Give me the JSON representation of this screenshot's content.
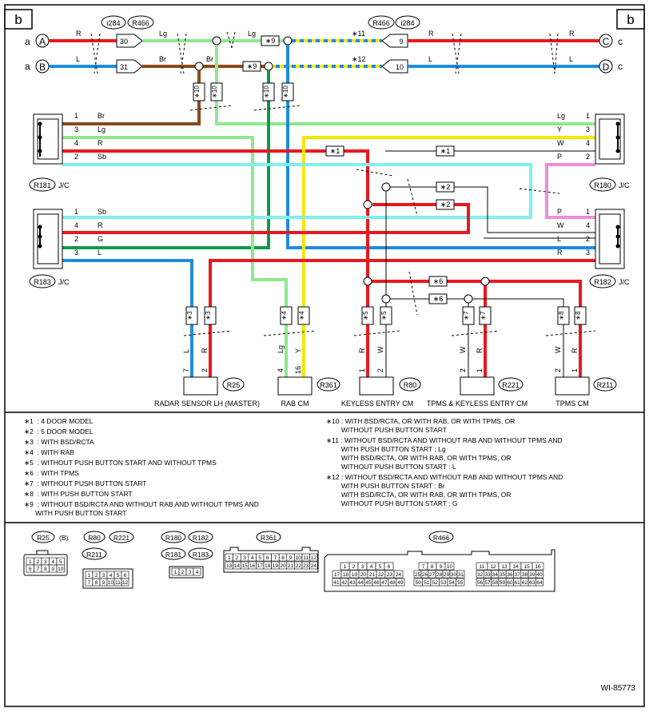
{
  "header": {
    "section_left": "b",
    "section_right": "b",
    "figure_code": "WI-85773"
  },
  "colors": {
    "red": "#e8191e",
    "blue": "#1d8ce0",
    "brown": "#8a4a1c",
    "light_green": "#8fe88f",
    "green": "#0f9a4a",
    "yellow": "#f5e800",
    "cyan": "#7ff0f0",
    "pink": "#f08cd8",
    "black": "#000000"
  },
  "buses": {
    "top_left_a": {
      "end": "a",
      "node": "A",
      "wire": "R"
    },
    "top_left_b": {
      "end": "a",
      "node": "B",
      "wire": "L"
    },
    "top_right_c": {
      "end": "c",
      "node": "C",
      "wire": "R"
    },
    "top_right_d": {
      "end": "c",
      "node": "D",
      "wire": "L"
    },
    "conn_i284_left": "i284",
    "conn_r466_left": "R466",
    "conn_r466_right": "R466",
    "conn_i284_right": "i284",
    "pin_30": "30",
    "pin_31": "31",
    "pin_9": "9",
    "pin_10": "10",
    "wire_lg1": "Lg",
    "wire_lg2": "Lg",
    "wire_br1": "Br",
    "wire_br2": "Br",
    "mark_9a": "∗9",
    "mark_9b": "∗9",
    "mark_11": "∗11",
    "mark_12": "∗12",
    "mark_10a": "∗10",
    "mark_10b": "∗10"
  },
  "joint_connectors": {
    "r181": {
      "label": "R181",
      "suffix": "J/C",
      "pins": [
        "1",
        "3",
        "4",
        "2"
      ],
      "wires": [
        "Br",
        "Lg",
        "R",
        "Sb"
      ]
    },
    "r183": {
      "label": "R183",
      "suffix": "J/C",
      "pins": [
        "1",
        "4",
        "2",
        "3"
      ],
      "wires": [
        "Sb",
        "R",
        "G",
        "L"
      ]
    },
    "r180": {
      "label": "R180",
      "suffix": "J/C",
      "pins": [
        "1",
        "3",
        "4",
        "2"
      ],
      "wires": [
        "Lg",
        "Y",
        "W",
        "P"
      ]
    },
    "r182": {
      "label": "R182",
      "suffix": "J/C",
      "pins": [
        "1",
        "4",
        "2",
        "3"
      ],
      "wires": [
        "P",
        "W",
        "L",
        "R"
      ]
    }
  },
  "inline_marks": {
    "m1a": "∗1",
    "m1b": "∗1",
    "m2a": "∗2",
    "m2b": "∗2",
    "m6a": "∗6",
    "m6b": "∗6",
    "m3a": "∗3",
    "m3b": "∗3",
    "m4a": "∗4",
    "m4b": "∗4",
    "m5a": "∗5",
    "m5b": "∗5",
    "m7a": "∗7",
    "m7b": "∗7",
    "m8a": "∗8",
    "m8b": "∗8"
  },
  "components": [
    {
      "id": "R25",
      "name": "RADAR SENSOR LH (MASTER)",
      "pins": [
        "7",
        "2"
      ],
      "wires": [
        "L",
        "R"
      ]
    },
    {
      "id": "R361",
      "name": "RAB CM",
      "pins": [
        "4",
        "16"
      ],
      "wires": [
        "Lg",
        "Y"
      ]
    },
    {
      "id": "R80",
      "name": "KEYLESS ENTRY CM",
      "pins": [
        "1",
        "2"
      ],
      "wires": [
        "R",
        "W"
      ]
    },
    {
      "id": "R221",
      "name": "TPMS & KEYLESS ENTRY CM",
      "pins": [
        "2",
        "1"
      ],
      "wires": [
        "W",
        "R"
      ]
    },
    {
      "id": "R211",
      "name": "TPMS CM",
      "pins": [
        "2",
        "1"
      ],
      "wires": [
        "W",
        "R"
      ]
    }
  ],
  "notes_left": [
    "∗1  : 4 DOOR MODEL",
    "∗2  : 5 DOOR MODEL",
    "∗3  : WITH BSD/RCTA",
    "∗4  : WITH RAB",
    "∗5  : WITHOUT PUSH BUTTON START AND WITHOUT TPMS",
    "∗6  : WITH TPMS",
    "∗7  : WITHOUT PUSH BUTTON START",
    "∗8  : WITH PUSH BUTTON START",
    "∗9  : WITHOUT BSD/RCTA AND WITHOUT RAB AND WITHOUT TPMS AND",
    "      WITH PUSH BUTTON START"
  ],
  "notes_right": [
    "∗10 : WITH BSD/RCTA, OR WITH RAB, OR WITH TPMS, OR",
    "        WITHOUT PUSH BUTTON START",
    "∗11 : WITHOUT BSD/RCTA AND WITHOUT RAB AND WITHOUT TPMS AND",
    "        WITH PUSH BUTTON START : Lg",
    "        WITH BSD/RCTA, OR WITH RAB, OR WITH TPMS, OR",
    "        WITHOUT PUSH BUTTON START : L",
    "∗12 : WITHOUT BSD/RCTA AND WITHOUT RAB AND WITHOUT TPMS AND",
    "        WITH PUSH BUTTON START : Br",
    "        WITH BSD/RCTA, OR WITH RAB, OR WITH TPMS, OR",
    "        WITHOUT PUSH BUTTON START : G"
  ],
  "connector_views": {
    "r25_label": "R25",
    "r25_b": "(B)",
    "r80": "R80",
    "r221": "R221",
    "r211": "R211",
    "r180": "R180",
    "r182": "R182",
    "r181": "R181",
    "r183": "R183",
    "r361": "R361",
    "r466": "R466",
    "r25_row1": [
      "1",
      "2",
      "3",
      "4",
      "5"
    ],
    "r25_row2": [
      "6",
      "7",
      "8",
      "9",
      "10"
    ],
    "r80_row1": [
      "1",
      "2",
      "3",
      "4",
      "5",
      "6"
    ],
    "r80_row2": [
      "7",
      "8",
      "9",
      "10",
      "11",
      "12"
    ],
    "r180_row": [
      "1",
      "2",
      "3",
      "4"
    ],
    "r361_row1": [
      "1",
      "2",
      "3",
      "4",
      "5",
      "6",
      "7",
      "8",
      "9",
      "10",
      "11",
      "12"
    ],
    "r361_row2": [
      "13",
      "14",
      "15",
      "16",
      "17",
      "18",
      "19",
      "20",
      "21",
      "22",
      "23",
      "24"
    ],
    "r466_a_row1": [
      "1",
      "2",
      "3",
      "4",
      "5",
      "6"
    ],
    "r466_a_row2": [
      "17",
      "18",
      "19",
      "20",
      "21",
      "22",
      "23",
      "24"
    ],
    "r466_a_row3": [
      "41",
      "42",
      "43",
      "44",
      "45",
      "46",
      "47",
      "48",
      "49"
    ],
    "r466_b_row1": [
      "7",
      "8",
      "9",
      "10"
    ],
    "r466_b_row2": [
      "25",
      "26",
      "27",
      "28",
      "29",
      "30",
      "31"
    ],
    "r466_b_row3": [
      "50",
      "51",
      "52",
      "53",
      "54",
      "55"
    ],
    "r466_c_row1": [
      "11",
      "12",
      "13",
      "14",
      "15",
      "16"
    ],
    "r466_c_row2": [
      "32",
      "33",
      "34",
      "35",
      "36",
      "37",
      "38",
      "39",
      "40"
    ],
    "r466_c_row3": [
      "56",
      "57",
      "58",
      "59",
      "60",
      "61",
      "62",
      "63",
      "64"
    ]
  }
}
